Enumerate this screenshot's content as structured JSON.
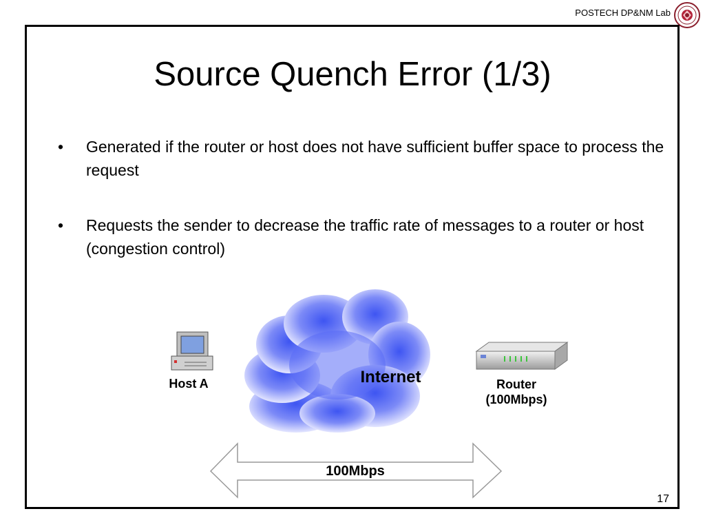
{
  "header": {
    "lab_name": "POSTECH DP&NM Lab"
  },
  "slide": {
    "title": "Source Quench Error (1/3)",
    "bullets": [
      "Generated if the router or host does not have sufficient buffer space to process the request",
      "Requests the sender to decrease the traffic rate of messages to a router or host (congestion control)"
    ],
    "bullet_glyph": "•",
    "page_number": "17"
  },
  "diagram": {
    "host_label": "Host A",
    "cloud_label": "Internet",
    "router_label_line1": "Router",
    "router_label_line2": "(100Mbps)",
    "arrow_label": "100Mbps"
  },
  "colors": {
    "cloud_blue": "#5a6cf5",
    "cloud_light": "#dde0ff",
    "router_led": "#3cc43c"
  }
}
